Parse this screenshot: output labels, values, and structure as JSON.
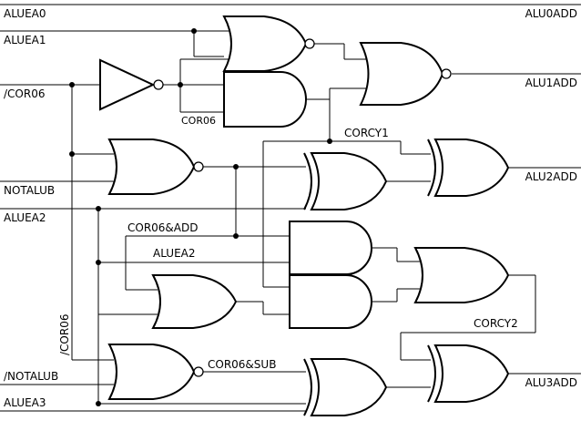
{
  "labels": {
    "in_aluea0": "ALUEA0",
    "in_aluea1": "ALUEA1",
    "in_cor06": "/COR06",
    "in_notalub": "NOTALUB",
    "in_aluea2": "ALUEA2",
    "in_notalub_n": "/NOTALUB",
    "in_aluea3": "ALUEA3",
    "out_alu0add": "ALU0ADD",
    "out_alu1add": "ALU1ADD",
    "out_alu2add": "ALU2ADD",
    "out_alu3add": "ALU3ADD",
    "net_cor06": "COR06",
    "net_corcy1": "CORCY1",
    "net_cor06add": "COR06&ADD",
    "net_aluea2": "ALUEA2",
    "net_corcy2": "CORCY2",
    "net_cor06sub": "COR06&SUB",
    "net_cor06_vertical": "/COR06"
  }
}
